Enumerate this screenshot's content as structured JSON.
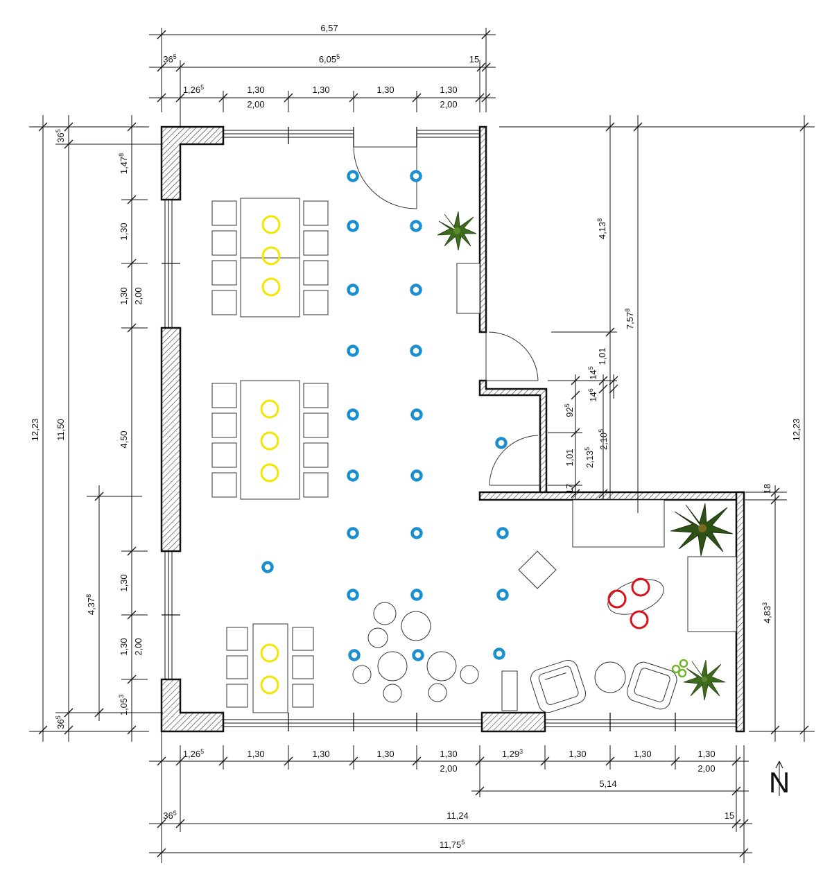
{
  "colors": {
    "ceiling_light": "#1a8fd0",
    "pendant_light_yellow": "#f2e600",
    "pendant_light_red": "#d8121d",
    "pendant_light_green": "#6fb52c",
    "walls": "#111111"
  },
  "compass": {
    "label": "N"
  },
  "dimensions": {
    "top": {
      "overall": {
        "main": "6,57",
        "sup": ""
      },
      "inner": {
        "main": "6,05",
        "sup": "5"
      },
      "left_wall": {
        "main": "36",
        "sup": "5"
      },
      "right_wall": {
        "main": "15",
        "sup": ""
      },
      "seg1": {
        "main": "1,26",
        "sup": "5"
      },
      "seg2": {
        "main": "1,30",
        "sup": ""
      },
      "seg3": {
        "main": "1,30",
        "sup": ""
      },
      "seg4": {
        "main": "1,30",
        "sup": ""
      },
      "seg5": {
        "main": "1,30",
        "sup": ""
      },
      "door_left": {
        "main": "2,00",
        "sup": ""
      },
      "door_right": {
        "main": "2,00",
        "sup": ""
      }
    },
    "left": {
      "overall": {
        "main": "12,23",
        "sup": ""
      },
      "inner": {
        "main": "11,50",
        "sup": ""
      },
      "top_wall": {
        "main": "36",
        "sup": "5"
      },
      "seg_top": {
        "main": "1,47",
        "sup": "8"
      },
      "win1": {
        "main": "1,30",
        "sup": ""
      },
      "win2": {
        "main": "1,30",
        "sup": ""
      },
      "win12_height": {
        "main": "2,00",
        "sup": ""
      },
      "wall_mid": {
        "main": "4,50",
        "sup": ""
      },
      "win3": {
        "main": "1,30",
        "sup": ""
      },
      "win4": {
        "main": "1,30",
        "sup": ""
      },
      "win34_height": {
        "main": "2,00",
        "sup": ""
      },
      "lower_part": {
        "main": "4,37",
        "sup": "8"
      },
      "seg_bottom": {
        "main": "1,05",
        "sup": "3"
      },
      "bottom_wall": {
        "main": "36",
        "sup": "5"
      }
    },
    "right": {
      "upper": {
        "main": "4,13",
        "sup": "8"
      },
      "long": {
        "main": "7,57",
        "sup": "8"
      },
      "overall": {
        "main": "12,23",
        "sup": ""
      },
      "door_a": {
        "main": "1,01",
        "sup": ""
      },
      "step_a": {
        "main": "14",
        "sup": "5"
      },
      "step_b": {
        "main": "14",
        "sup": "6"
      },
      "niche_a": {
        "main": "92",
        "sup": "5"
      },
      "niche_b": {
        "main": "2,13",
        "sup": "5"
      },
      "niche_c": {
        "main": "2,10",
        "sup": "5"
      },
      "door_b": {
        "main": "1,01",
        "sup": ""
      },
      "wall_small": {
        "main": "17",
        "sup": ""
      },
      "right_wall": {
        "main": "18",
        "sup": ""
      },
      "lower_wing": {
        "main": "4,83",
        "sup": "3"
      }
    },
    "bottom": {
      "seg1": {
        "main": "1,26",
        "sup": "5"
      },
      "seg2": {
        "main": "1,30",
        "sup": ""
      },
      "seg3": {
        "main": "1,30",
        "sup": ""
      },
      "seg4": {
        "main": "1,30",
        "sup": ""
      },
      "seg5": {
        "main": "1,30",
        "sup": ""
      },
      "seg6": {
        "main": "1,29",
        "sup": "3"
      },
      "seg7": {
        "main": "1,30",
        "sup": ""
      },
      "seg8": {
        "main": "1,30",
        "sup": ""
      },
      "seg9": {
        "main": "1,30",
        "sup": ""
      },
      "door_left": {
        "main": "2,00",
        "sup": ""
      },
      "door_right": {
        "main": "2,00",
        "sup": ""
      },
      "wing": {
        "main": "5,14",
        "sup": ""
      },
      "left_wall": {
        "main": "36",
        "sup": "5"
      },
      "inner": {
        "main": "11,24",
        "sup": ""
      },
      "right_wall": {
        "main": "15",
        "sup": ""
      },
      "overall": {
        "main": "11,75",
        "sup": "5"
      }
    }
  }
}
